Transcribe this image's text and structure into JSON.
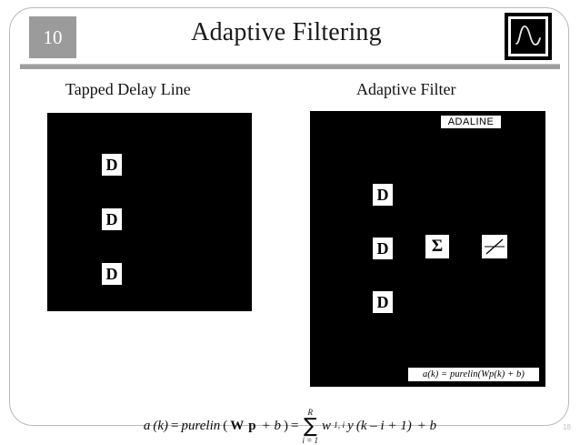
{
  "header": {
    "slide_number": "10",
    "title": "Adaptive Filtering",
    "logo_icon": "sine-wave-logo-icon"
  },
  "sections": {
    "left": {
      "caption": "Tapped Delay Line",
      "delay_blocks": [
        {
          "label": "D"
        },
        {
          "label": "D"
        },
        {
          "label": "D"
        }
      ]
    },
    "right": {
      "caption": "Adaptive Filter",
      "adaline_tag": "ADALINE",
      "delay_blocks": [
        {
          "label": "D"
        },
        {
          "label": "D"
        },
        {
          "label": "D"
        }
      ],
      "summation_symbol": "Σ",
      "transfer_function_icon": "purelin-linear-transfer-icon",
      "equation_tag": "a(k) = purelin(Wp(k) + b)"
    }
  },
  "equation": {
    "lhs_a": "a",
    "lhs_k": "(k)",
    "eq1": "=",
    "purelin": "purelin",
    "open_paren": "(",
    "W": "W",
    "p": "p",
    "plus_b": "+ b",
    "close_paren": ")",
    "eq2": "=",
    "sum_upper": "R",
    "sum_sign": "∑",
    "sum_lower": "i = 1",
    "w": "w",
    "w_sub": "1, i",
    "y": "y",
    "y_arg": "(k – i + 1)",
    "tail": "+ b"
  },
  "footer": {
    "page_number": "18"
  },
  "colors": {
    "badge_gray": "#9b9b9b",
    "rule_gray": "#9e9e9e",
    "panel_black": "#000000",
    "box_white": "#ffffff",
    "frame_border": "#b9b9b9"
  }
}
